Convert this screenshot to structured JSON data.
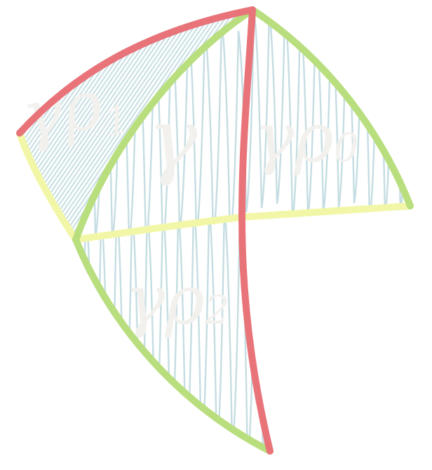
{
  "labels": {
    "gamma": "γ",
    "gamma_rho0_main": "γρ",
    "gamma_rho0_sub": "0",
    "gamma_rho1_main": "γρ",
    "gamma_rho1_sub": "1",
    "gamma_rho2_main": "γρ",
    "gamma_rho2_sub": "2"
  },
  "colors": {
    "red_edge": "#e8747a",
    "green_edge": "#b8de7e",
    "yellow_edge": "#f2f7a8",
    "fill_hatch": "#c5dde2",
    "label": "#f3f1ee",
    "background": "#ffffff"
  },
  "regions": [
    "gamma",
    "gamma-rho-0",
    "gamma-rho-1",
    "gamma-rho-2"
  ]
}
